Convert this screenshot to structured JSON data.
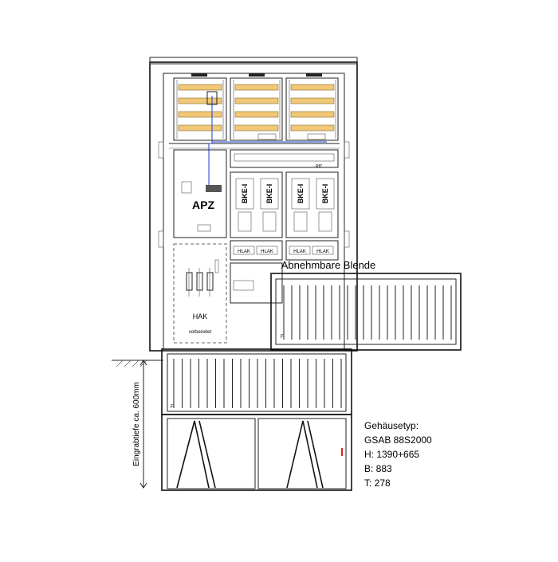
{
  "labels": {
    "apz": "APZ",
    "hak": "HAK",
    "hak_sub": "vorbereitet",
    "bke": [
      "BKE-I",
      "BKE-I",
      "BKE-I",
      "BKE-I"
    ],
    "hlak": [
      "HLAK",
      "HLAK",
      "HLAK",
      "HLAK"
    ],
    "rz": "RfZ",
    "f1": "F",
    "f2": "F",
    "blende": "Abnehmbare Blende",
    "depth": "Eingrabtiefe ca. 600mm"
  },
  "specs": {
    "title": "Gehäusetyp:",
    "lines": [
      "GSAB 88S2000",
      "H: 1390+665",
      "B: 883",
      "T: 278"
    ]
  },
  "colors": {
    "busbar": "#f0c878",
    "busbar_stroke": "#8a6a2a",
    "wire": "#1a3fd6",
    "marker": "#d22"
  }
}
